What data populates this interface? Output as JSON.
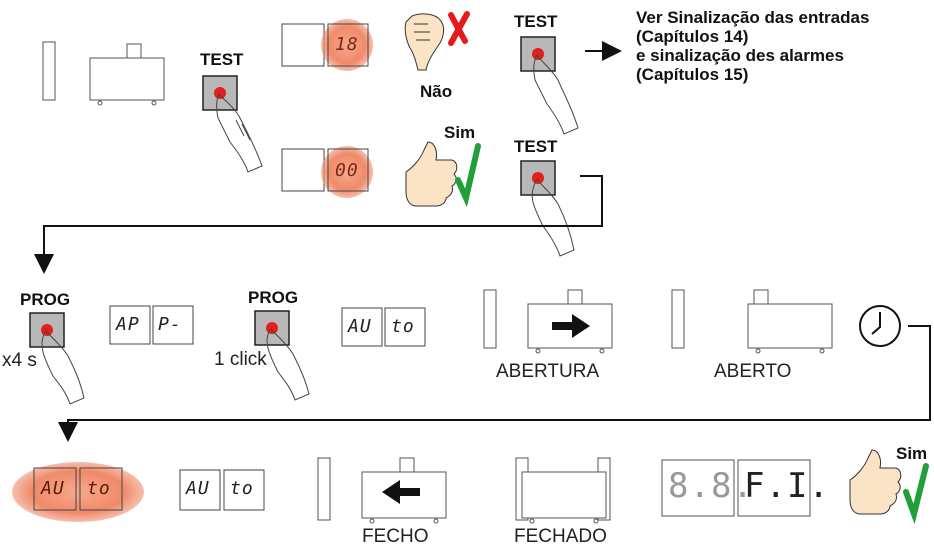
{
  "labels": {
    "test": "TEST",
    "prog": "PROG",
    "nao": "Não",
    "sim": "Sim",
    "x4s": "x4 s",
    "one_click": "1 click",
    "abertura": "ABERTURA",
    "aberto": "ABERTO",
    "fecho": "FECHO",
    "fechado": "FECHADO"
  },
  "note_lines": [
    "Ver Sinalização das entradas",
    "(Capítulos 14)",
    "e sinalização des alarmes",
    "(Capítulos 15)"
  ],
  "displays": {
    "code_18": "18",
    "code_00": "00",
    "ap": "AP",
    "p_dash": "P-",
    "au": "AU",
    "to": "to",
    "blank_1": "8.8.",
    "blank_2": "F.I."
  },
  "colors": {
    "glow": "#f08a6a",
    "glow_light": "#f6b69f",
    "red_button": "#e0201b",
    "check_green": "#21a03a",
    "cross_red": "#e31b1b",
    "flow_line": "#111111",
    "button_face": "#b8b8b8"
  },
  "icons": [
    "test-button-icon",
    "prog-button-icon",
    "hand-pointer-icon",
    "thumbs-down-icon",
    "thumbs-up-icon",
    "cross-icon",
    "check-icon",
    "clock-icon",
    "arrow-right-icon",
    "arrow-left-icon",
    "gate-icon"
  ]
}
